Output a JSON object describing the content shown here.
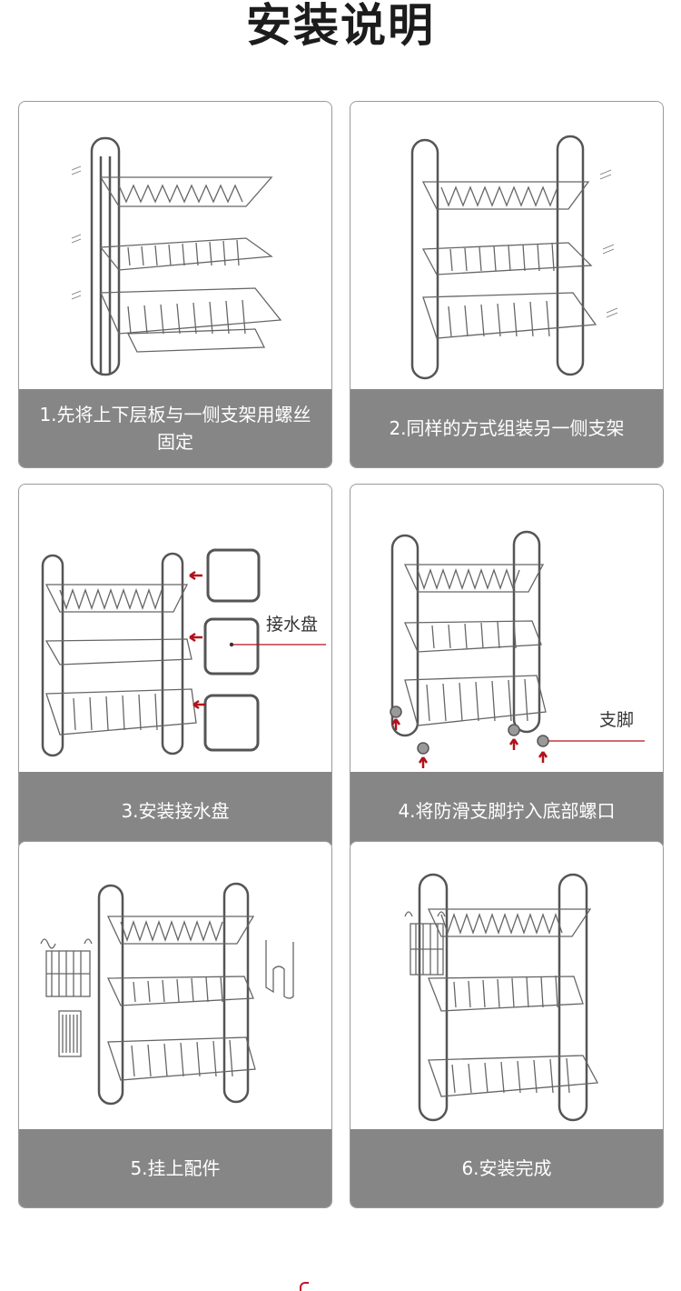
{
  "header": {
    "title": "安装说明"
  },
  "steps": [
    {
      "caption": "1.先将上下层板与一侧支架用螺丝固定"
    },
    {
      "caption": "2.同样的方式组装另一侧支架"
    },
    {
      "caption": "3.安装接水盘",
      "callout": "接水盘"
    },
    {
      "caption": "4.将防滑支脚拧入底部螺口",
      "callout": "支脚"
    },
    {
      "caption": "5.挂上配件"
    },
    {
      "caption": "6.安装完成"
    }
  ],
  "colors": {
    "caption_bg": "#868686",
    "arrow": "#b3111b",
    "card_border": "#9a9a9a"
  }
}
